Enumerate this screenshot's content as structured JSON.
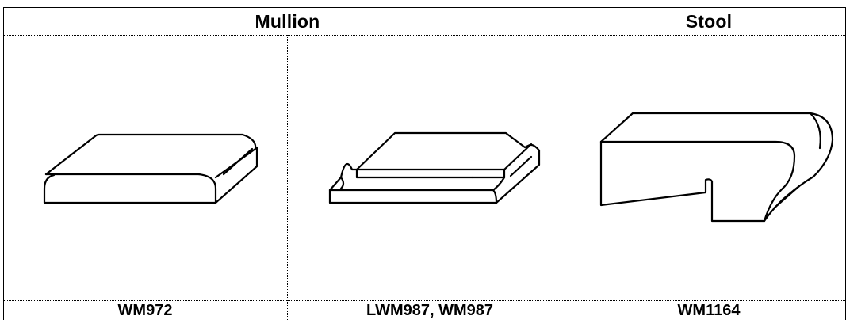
{
  "header": {
    "mullion_label": "Mullion",
    "stool_label": "Stool"
  },
  "items": [
    {
      "code": "WM972",
      "icon": "mullion-wm972-icon"
    },
    {
      "code": "LWM987, WM987",
      "icon": "mullion-wm987-icon"
    },
    {
      "code": "WM1164",
      "icon": "stool-wm1164-icon"
    }
  ]
}
